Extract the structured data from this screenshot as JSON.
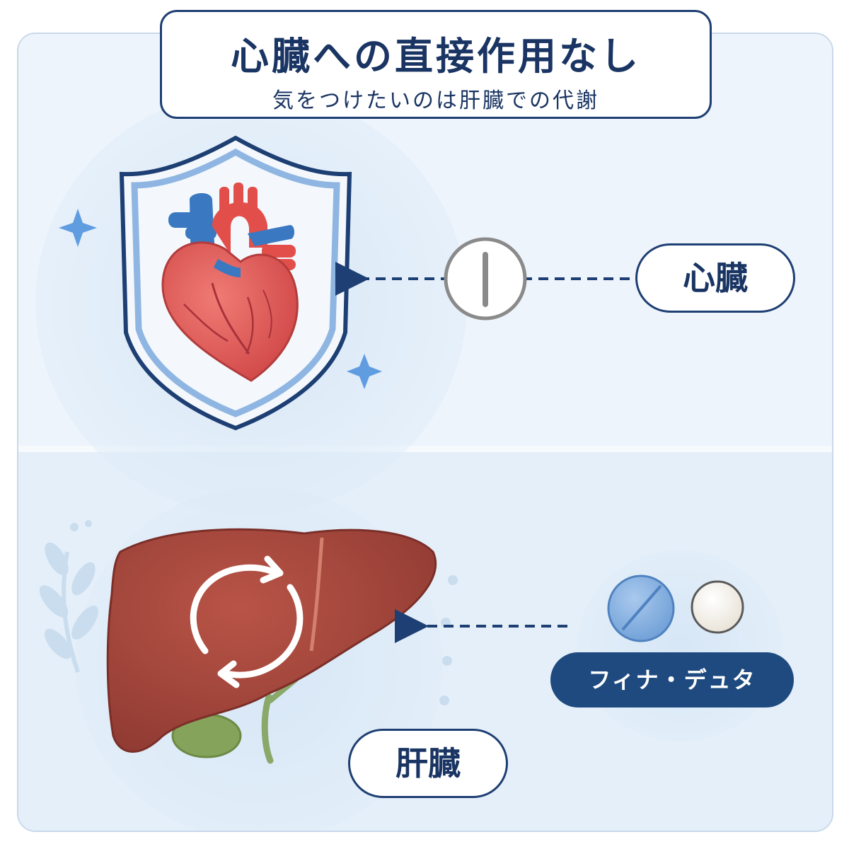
{
  "title": {
    "main": "心臓への直接作用なし",
    "sub": "気をつけたいのは肝臓での代謝"
  },
  "labels": {
    "heart": "心臓",
    "liver": "肝臓",
    "drug": "フィナ・デュタ"
  },
  "icons": {
    "shield": "shield-icon",
    "heart": "heart-organ-icon",
    "blocked": "blocked-circle-icon",
    "liver": "liver-organ-icon",
    "metabolism": "cycle-arrows-icon",
    "tablet": "scored-tablet-icon",
    "capsule": "round-pill-icon",
    "leaf": "leaf-sprig-icon",
    "sparkle": "sparkle-icon"
  },
  "colors": {
    "navy": "#1e3f73",
    "background": "#eef4fb",
    "heart_red": "#e05a57",
    "vessel_blue": "#3a78c2",
    "liver_brown": "#a9483d",
    "gallbladder_green": "#7f9e57",
    "drug_pill": "#1e4a80"
  }
}
